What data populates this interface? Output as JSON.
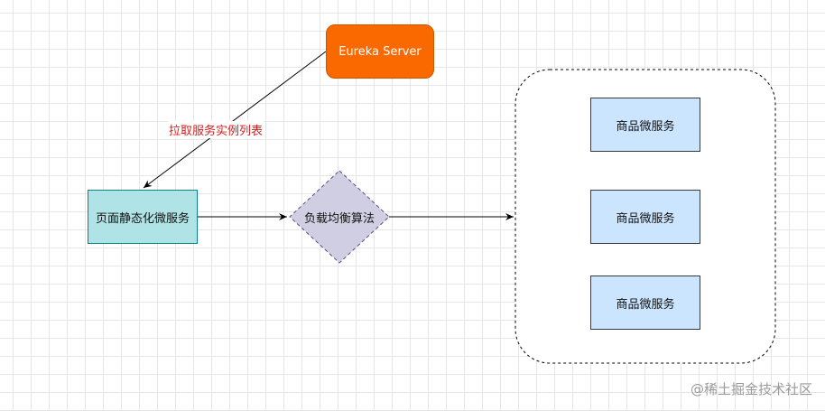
{
  "nodes": {
    "eureka_server": "Eureka Server",
    "page_static_service": "页面静态化微服务",
    "load_balancer": "负载均衡算法",
    "goods_services": [
      "商品微服务",
      "商品微服务",
      "商品微服务"
    ]
  },
  "edges": {
    "pull_instances_label": "拉取服务实例列表"
  },
  "watermark": "@稀土掘金技术社区",
  "colors": {
    "eureka_fill": "#fa6800",
    "page_static_fill": "#b0e3e6",
    "load_balancer_fill": "#d0cee2",
    "goods_fill": "#cce5ff",
    "edge_label_color": "#d61f1f"
  }
}
